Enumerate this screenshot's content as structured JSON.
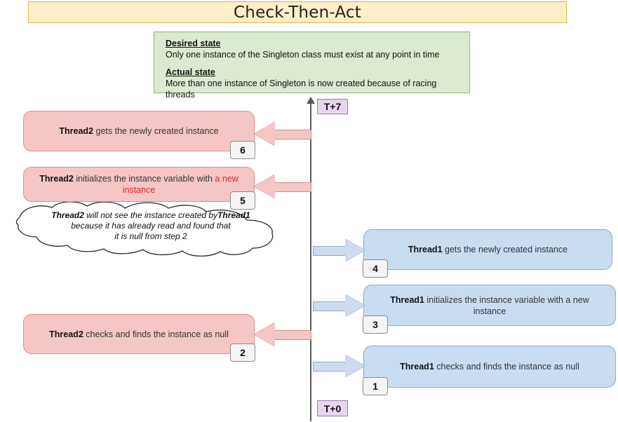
{
  "title": "Check-Then-Act",
  "state_box": {
    "desired_label": "Desired state",
    "desired_text": "Only one instance of the Singleton class must exist at any point in time",
    "actual_label": "Actual state",
    "actual_text": "More than one instance of Singleton is now created because of racing threads"
  },
  "timeline": {
    "top_marker": "T+7",
    "bottom_marker": "T+0"
  },
  "steps": {
    "s6": {
      "number": "6",
      "thread": "Thread2",
      "rest": " gets the newly created instance"
    },
    "s5": {
      "number": "5",
      "thread": "Thread2",
      "rest": " initializes the instance variable with ",
      "highlight": "a new instance"
    },
    "s2": {
      "number": "2",
      "thread": "Thread2",
      "rest": " checks and finds the instance as null"
    },
    "s4": {
      "number": "4",
      "thread": "Thread1",
      "rest": " gets the newly created instance"
    },
    "s3": {
      "number": "3",
      "thread": "Thread1",
      "rest": "  initializes the instance variable with a new instance"
    },
    "s1": {
      "number": "1",
      "thread": "Thread1",
      "rest": " checks and finds the instance as null"
    }
  },
  "cloud": {
    "line1_a": "Thread2",
    "line1_b": " will not see the instance created by",
    "line1_c": "Thread1",
    "line2": "because it has already read and found that",
    "line3": "it is null from step 2"
  },
  "colors": {
    "title_fill": "#fdeec8",
    "title_border": "#d9b44a",
    "state_fill": "#dbead0",
    "state_border": "#8cb57a",
    "thread2_fill": "#f4c7c6",
    "thread2_border": "#d98f8d",
    "thread1_fill": "#cadcf0",
    "thread1_border": "#8aa9cc",
    "marker_fill": "#e8d6ec",
    "marker_border": "#9b7aa8",
    "highlight_text": "#e8201f",
    "timeline": "#595959"
  }
}
